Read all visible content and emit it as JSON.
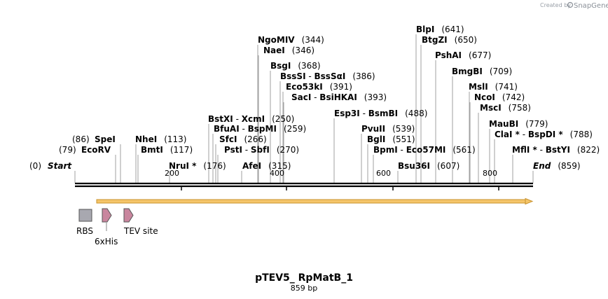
{
  "credit": {
    "prefix": "Created by",
    "brand": "SnapGene"
  },
  "sequence": {
    "name": "pTEV5_ RpMatB_1",
    "length_label": "859 bp",
    "length": 859
  },
  "ruler": {
    "ticks": [
      "200",
      "400",
      "600",
      "800"
    ]
  },
  "sites": [
    {
      "id": "start",
      "parts": [
        {
          "t": "Start",
          "s": "ital"
        },
        {
          "t": "(0)",
          "s": "pos"
        }
      ],
      "pos_first": true
    },
    {
      "id": "ecorv",
      "parts": [
        {
          "t": "EcoRV",
          "s": "site"
        }
      ],
      "pos": "(79)",
      "pos_first": true
    },
    {
      "id": "spei",
      "parts": [
        {
          "t": "SpeI",
          "s": "site"
        }
      ],
      "pos": "(86)",
      "pos_first": true
    },
    {
      "id": "nhei",
      "parts": [
        {
          "t": "NheI",
          "s": "site"
        }
      ],
      "pos": "(113)"
    },
    {
      "id": "bmti",
      "parts": [
        {
          "t": "BmtI",
          "s": "site"
        }
      ],
      "pos": "(117)"
    },
    {
      "id": "nrui",
      "parts": [
        {
          "t": "NruI *",
          "s": "site"
        }
      ],
      "pos": "(176)"
    },
    {
      "id": "bstxi",
      "parts": [
        {
          "t": "BstXI",
          "s": "site"
        },
        {
          "t": " - ",
          "s": "pos"
        },
        {
          "t": "XcmI",
          "s": "site"
        }
      ],
      "pos": "(250)"
    },
    {
      "id": "bfuai",
      "parts": [
        {
          "t": "BfuAI",
          "s": "site"
        },
        {
          "t": " - ",
          "s": "pos"
        },
        {
          "t": "BspMI",
          "s": "site"
        }
      ],
      "pos": "(259)"
    },
    {
      "id": "sfci",
      "parts": [
        {
          "t": "SfcI",
          "s": "site"
        }
      ],
      "pos": "(266)"
    },
    {
      "id": "psti",
      "parts": [
        {
          "t": "PstI",
          "s": "site"
        },
        {
          "t": " - ",
          "s": "pos"
        },
        {
          "t": "SbfI",
          "s": "site"
        }
      ],
      "pos": "(270)"
    },
    {
      "id": "afei",
      "parts": [
        {
          "t": "AfeI",
          "s": "site"
        }
      ],
      "pos": "(315)"
    },
    {
      "id": "ngomiv",
      "parts": [
        {
          "t": "NgoMIV",
          "s": "site"
        }
      ],
      "pos": "(344)"
    },
    {
      "id": "naei",
      "parts": [
        {
          "t": "NaeI",
          "s": "site"
        }
      ],
      "pos": "(346)"
    },
    {
      "id": "bsgi",
      "parts": [
        {
          "t": "BsgI",
          "s": "site"
        }
      ],
      "pos": "(368)"
    },
    {
      "id": "bsssi",
      "parts": [
        {
          "t": "BssSI",
          "s": "site"
        },
        {
          "t": " - ",
          "s": "pos"
        },
        {
          "t": "BssSαI",
          "s": "site"
        }
      ],
      "pos": "(386)"
    },
    {
      "id": "eco53ki",
      "parts": [
        {
          "t": "Eco53kI",
          "s": "site"
        }
      ],
      "pos": "(391)"
    },
    {
      "id": "saci",
      "parts": [
        {
          "t": "SacI",
          "s": "site"
        },
        {
          "t": " - ",
          "s": "pos"
        },
        {
          "t": "BsiHKAI",
          "s": "site"
        }
      ],
      "pos": "(393)"
    },
    {
      "id": "esp3i",
      "parts": [
        {
          "t": "Esp3I",
          "s": "site"
        },
        {
          "t": " - ",
          "s": "pos"
        },
        {
          "t": "BsmBI",
          "s": "site"
        }
      ],
      "pos": "(488)"
    },
    {
      "id": "pvuii",
      "parts": [
        {
          "t": "PvuII",
          "s": "site"
        }
      ],
      "pos": "(539)"
    },
    {
      "id": "bgli",
      "parts": [
        {
          "t": "BglI",
          "s": "site"
        }
      ],
      "pos": "(551)"
    },
    {
      "id": "bpmi",
      "parts": [
        {
          "t": "BpmI",
          "s": "site"
        },
        {
          "t": " - ",
          "s": "pos"
        },
        {
          "t": "Eco57MI",
          "s": "site"
        }
      ],
      "pos": "(561)"
    },
    {
      "id": "bsu36i",
      "parts": [
        {
          "t": "Bsu36I",
          "s": "site"
        }
      ],
      "pos": "(607)"
    },
    {
      "id": "blpi",
      "parts": [
        {
          "t": "BlpI",
          "s": "site"
        }
      ],
      "pos": "(641)"
    },
    {
      "id": "btgzi",
      "parts": [
        {
          "t": "BtgZI",
          "s": "site"
        }
      ],
      "pos": "(650)"
    },
    {
      "id": "pshai",
      "parts": [
        {
          "t": "PshAI",
          "s": "site"
        }
      ],
      "pos": "(677)"
    },
    {
      "id": "bmgbi",
      "parts": [
        {
          "t": "BmgBI",
          "s": "site"
        }
      ],
      "pos": "(709)"
    },
    {
      "id": "msli",
      "parts": [
        {
          "t": "MslI",
          "s": "site"
        }
      ],
      "pos": "(741)"
    },
    {
      "id": "ncoi",
      "parts": [
        {
          "t": "NcoI",
          "s": "site"
        }
      ],
      "pos": "(742)"
    },
    {
      "id": "msci",
      "parts": [
        {
          "t": "MscI",
          "s": "site"
        }
      ],
      "pos": "(758)"
    },
    {
      "id": "maubi",
      "parts": [
        {
          "t": "MauBI",
          "s": "site"
        }
      ],
      "pos": "(779)"
    },
    {
      "id": "clai",
      "parts": [
        {
          "t": "ClaI *",
          "s": "site"
        },
        {
          "t": " - ",
          "s": "pos"
        },
        {
          "t": "BspDI *",
          "s": "site"
        }
      ],
      "pos": "(788)"
    },
    {
      "id": "mfli",
      "parts": [
        {
          "t": "MflI *",
          "s": "site"
        },
        {
          "t": " - ",
          "s": "pos"
        },
        {
          "t": "BstYI",
          "s": "site"
        }
      ],
      "pos": "(822)"
    },
    {
      "id": "end",
      "parts": [
        {
          "t": "End",
          "s": "ital"
        }
      ],
      "pos": "(859)"
    }
  ],
  "features": [
    {
      "id": "rbs",
      "label": "RBS",
      "shape": "box",
      "color": "#a8a8b0"
    },
    {
      "id": "6xhis",
      "label": "6xHis",
      "shape": "arrow",
      "color": "#c9869e"
    },
    {
      "id": "tev",
      "label": "TEV site",
      "shape": "arrow",
      "color": "#c9869e"
    }
  ],
  "orf": {
    "color": "#f5c56a",
    "stroke": "#c8932e"
  }
}
